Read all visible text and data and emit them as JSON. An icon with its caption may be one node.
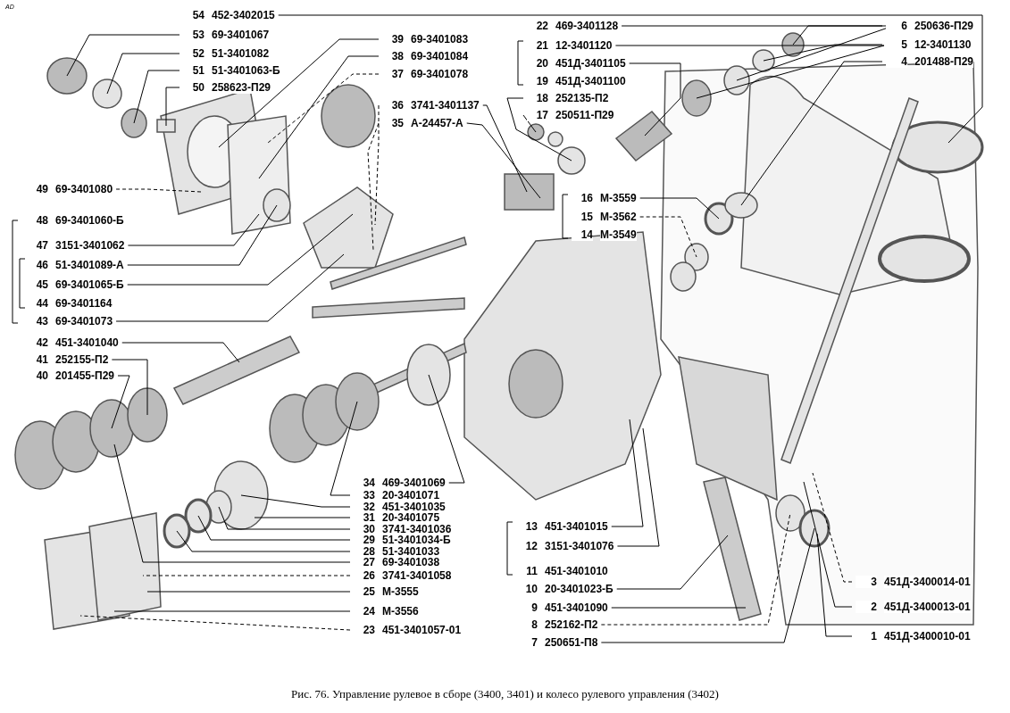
{
  "diagram": {
    "caption": "Рис. 76. Управление рулевое в сборе (3400, 3401) и колесо рулевого управления (3402)",
    "nodes": [
      {
        "text": [
          "54",
          "452-3402015"
        ]
      },
      {
        "text": [
          "53",
          "69-3401067"
        ]
      },
      {
        "text": [
          "52",
          "51-3401082"
        ]
      },
      {
        "text": [
          "51",
          "51-3401063-Б"
        ]
      },
      {
        "text": [
          "50",
          "258623-П29"
        ]
      },
      {
        "text": [
          "49",
          "69-3401080"
        ]
      },
      {
        "text": [
          "48",
          "69-3401060-Б"
        ]
      },
      {
        "text": [
          "47",
          "3151-3401062"
        ]
      },
      {
        "text": [
          "46",
          "51-3401089-А"
        ]
      },
      {
        "text": [
          "45",
          "69-3401065-Б"
        ]
      },
      {
        "text": [
          "44",
          "69-3401164"
        ]
      },
      {
        "text": [
          "43",
          "69-3401073"
        ]
      },
      {
        "text": [
          "42",
          "451-3401040"
        ]
      },
      {
        "text": [
          "41",
          "252155-П2"
        ]
      },
      {
        "text": [
          "40",
          "201455-П29"
        ]
      },
      {
        "text": [
          "39",
          "69-3401083"
        ]
      },
      {
        "text": [
          "38",
          "69-3401084"
        ]
      },
      {
        "text": [
          "37",
          "69-3401078"
        ]
      },
      {
        "text": [
          "36",
          "3741-3401137"
        ]
      },
      {
        "text": [
          "35",
          "А-24457-А"
        ]
      },
      {
        "text": [
          "22",
          "469-3401128"
        ]
      },
      {
        "text": [
          "21",
          "12-3401120"
        ]
      },
      {
        "text": [
          "20",
          "451Д-3401105"
        ]
      },
      {
        "text": [
          "19",
          "451Д-3401100"
        ]
      },
      {
        "text": [
          "18",
          "252135-П2"
        ]
      },
      {
        "text": [
          "17",
          "250511-П29"
        ]
      },
      {
        "text": [
          "16",
          "М-3559"
        ]
      },
      {
        "text": [
          "15",
          "М-3562"
        ]
      },
      {
        "text": [
          "14",
          "М-3549"
        ]
      },
      {
        "text": [
          "6",
          "250636-П29"
        ]
      },
      {
        "text": [
          "5",
          "12-3401130"
        ]
      },
      {
        "text": [
          "4",
          "201488-П29"
        ]
      },
      {
        "text": [
          "34",
          "469-3401069"
        ]
      },
      {
        "text": [
          "33",
          "20-3401071"
        ]
      },
      {
        "text": [
          "32",
          "451-3401035"
        ]
      },
      {
        "text": [
          "31",
          "20-3401075"
        ]
      },
      {
        "text": [
          "30",
          "3741-3401036"
        ]
      },
      {
        "text": [
          "29",
          "51-3401034-Б"
        ]
      },
      {
        "text": [
          "28",
          "51-3401033"
        ]
      },
      {
        "text": [
          "27",
          "69-3401038"
        ]
      },
      {
        "text": [
          "26",
          "3741-3401058"
        ]
      },
      {
        "text": [
          "25",
          "М-3555"
        ]
      },
      {
        "text": [
          "24",
          "М-3556"
        ]
      },
      {
        "text": [
          "23",
          "451-3401057-01"
        ]
      },
      {
        "text": [
          "13",
          "451-3401015"
        ]
      },
      {
        "text": [
          "12",
          "3151-3401076"
        ]
      },
      {
        "text": [
          "11",
          "451-3401010"
        ]
      },
      {
        "text": [
          "10",
          "20-3401023-Б"
        ]
      },
      {
        "text": [
          "9",
          "451-3401090"
        ]
      },
      {
        "text": [
          "8",
          "252162-П2"
        ]
      },
      {
        "text": [
          "7",
          "250651-П8"
        ]
      },
      {
        "text": [
          "3",
          "451Д-3400014-01"
        ]
      },
      {
        "text": [
          "2",
          "451Д-3400013-01"
        ]
      },
      {
        "text": [
          "1",
          "451Д-3400010-01"
        ]
      }
    ],
    "edges": [
      {
        "from": 0,
        "to": null,
        "arrow": "none"
      },
      {
        "from": 1,
        "to": null,
        "arrow": "none"
      },
      {
        "from": 2,
        "to": null,
        "arrow": "none"
      },
      {
        "from": 3,
        "to": null,
        "arrow": "none"
      },
      {
        "from": 4,
        "to": null,
        "arrow": "none"
      },
      {
        "from": 5,
        "to": null,
        "arrow": "none",
        "style": "dashed"
      },
      {
        "from": 7,
        "to": null,
        "arrow": "none"
      },
      {
        "from": 8,
        "to": null,
        "arrow": "none"
      },
      {
        "from": 9,
        "to": null,
        "arrow": "none"
      },
      {
        "from": 11,
        "to": null,
        "arrow": "none"
      },
      {
        "from": 12,
        "to": null,
        "arrow": "none"
      },
      {
        "from": 13,
        "to": null,
        "arrow": "none"
      },
      {
        "from": 14,
        "to": null,
        "arrow": "none"
      },
      {
        "from": 15,
        "to": null,
        "arrow": "none"
      },
      {
        "from": 16,
        "to": null,
        "arrow": "none"
      },
      {
        "from": 17,
        "to": null,
        "arrow": "none",
        "style": "dashed"
      },
      {
        "from": 18,
        "to": null,
        "arrow": "none"
      },
      {
        "from": 18,
        "to": null,
        "arrow": "none",
        "style": "dashed"
      },
      {
        "from": 19,
        "to": null,
        "arrow": "none"
      },
      {
        "from": 19,
        "to": null,
        "arrow": "none",
        "style": "dashed"
      },
      {
        "from": 20,
        "to": null,
        "arrow": "none"
      },
      {
        "from": 21,
        "to": null,
        "arrow": "none"
      },
      {
        "from": 22,
        "to": null,
        "arrow": "none"
      },
      {
        "from": 24,
        "to": null,
        "arrow": "none"
      },
      {
        "from": 25,
        "to": null,
        "arrow": "none"
      },
      {
        "from": 26,
        "to": null,
        "arrow": "none"
      },
      {
        "from": 27,
        "to": null,
        "arrow": "none",
        "style": "dashed"
      },
      {
        "from": 29,
        "to": null,
        "arrow": "none"
      },
      {
        "from": 30,
        "to": null,
        "arrow": "none"
      },
      {
        "from": 31,
        "to": null,
        "arrow": "none"
      },
      {
        "from": 32,
        "to": null,
        "arrow": "none"
      },
      {
        "from": 33,
        "to": null,
        "arrow": "none"
      },
      {
        "from": 34,
        "to": null,
        "arrow": "none"
      },
      {
        "from": 35,
        "to": null,
        "arrow": "none"
      },
      {
        "from": 36,
        "to": null,
        "arrow": "none"
      },
      {
        "from": 37,
        "to": null,
        "arrow": "none"
      },
      {
        "from": 38,
        "to": null,
        "arrow": "none"
      },
      {
        "from": 39,
        "to": null,
        "arrow": "none"
      },
      {
        "from": 40,
        "to": null,
        "arrow": "none",
        "style": "dashed"
      },
      {
        "from": 41,
        "to": null,
        "arrow": "none"
      },
      {
        "from": 42,
        "to": null,
        "arrow": "none"
      },
      {
        "from": 43,
        "to": null,
        "arrow": "none",
        "style": "dashed"
      },
      {
        "from": 44,
        "to": null,
        "arrow": "none"
      },
      {
        "from": 45,
        "to": null,
        "arrow": "none"
      },
      {
        "from": 47,
        "to": null,
        "arrow": "none"
      },
      {
        "from": 48,
        "to": null,
        "arrow": "none"
      },
      {
        "from": 49,
        "to": null,
        "arrow": "none",
        "style": "dashed"
      },
      {
        "from": 50,
        "to": null,
        "arrow": "none"
      },
      {
        "from": 51,
        "to": null,
        "arrow": "none",
        "style": "dashed"
      },
      {
        "from": 52,
        "to": null,
        "arrow": "none"
      },
      {
        "from": 53,
        "to": null,
        "arrow": "none"
      }
    ],
    "labels": [
      "AD"
    ]
  }
}
